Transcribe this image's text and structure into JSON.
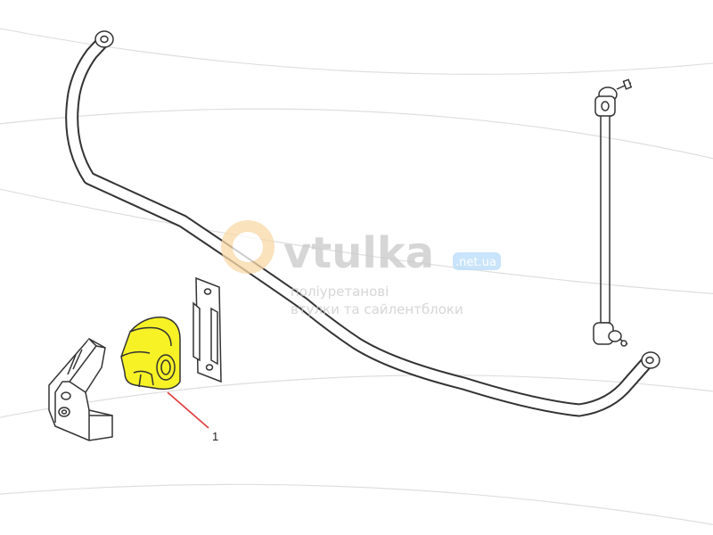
{
  "watermark": {
    "brand": "vtulka",
    "domain": ".net.ua",
    "tagline_line1": "поліуретанові",
    "tagline_line2": "втулки та сайлентблоки"
  },
  "callouts": [
    {
      "label": "1"
    }
  ],
  "colors": {
    "line": "#333333",
    "highlight": "#f7f226",
    "callout": "#e03a3a",
    "watermark_gray": "#c9c9c9",
    "watermark_orange": "#f8d9a6",
    "watermark_blue": "#74b6f0",
    "arc": "#dedede"
  }
}
